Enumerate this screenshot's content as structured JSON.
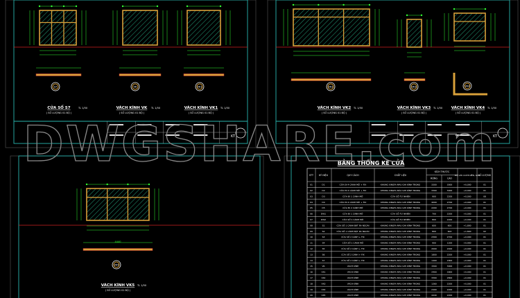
{
  "watermark": "DWGSHARE.com",
  "sheets": {
    "top_left": {
      "drawings": [
        {
          "title": "CỬA SỔ S7",
          "scale": "TL 1/50",
          "subtitle": "( SỐ LƯỢNG 01 BỘ )",
          "section": "S7"
        },
        {
          "title": "VÁCH KÍNH VK",
          "scale": "TL 1/50",
          "subtitle": "( SỐ LƯỢNG 01 BỘ )",
          "section": "VK"
        },
        {
          "title": "VÁCH KÍNH VK1",
          "scale": "TL 1/50",
          "subtitle": "( SỐ LƯỢNG 01 BỘ )",
          "section": "VK1"
        }
      ],
      "sheet_no": "KT"
    },
    "top_right": {
      "drawings": [
        {
          "title": "VÁCH KÍNH VK2",
          "scale": "TL 1/50",
          "subtitle": "( SỐ LƯỢNG 01 BỘ )",
          "section": "VK2"
        },
        {
          "title": "VÁCH KÍNH VK3",
          "scale": "TL 1/50",
          "subtitle": "( SỐ LƯỢNG 01 BỘ )",
          "section": "VK3"
        },
        {
          "title": "VÁCH KÍNH VK4",
          "scale": "TL 1/50",
          "subtitle": "( SỐ LƯỢNG 01 BỘ )",
          "section": "VK4"
        }
      ],
      "sheet_no": "KT"
    },
    "bottom_left": {
      "drawings": [
        {
          "title": "VÁCH KÍNH VK5",
          "scale": "TL 1/50",
          "subtitle": "( SỐ LƯỢNG 01 BỘ )",
          "section": "VK5"
        }
      ],
      "dimension": "4440"
    }
  },
  "table": {
    "title": "BẢNG THỐNG KÊ CỬA",
    "headers": {
      "stt": "STT",
      "code": "KÝ HIỆU",
      "spec": "QUY CÁCH",
      "material": "CHẤT LIỆU",
      "size": "KÍCH THƯỚC",
      "width": "RỘNG",
      "height": "CAO",
      "cote": "ĐỘ VỚI COTE NỀN, SÀN",
      "qty": "SỐ LƯỢNG"
    },
    "rows": [
      [
        "01",
        "D1",
        "CỬA ĐI 4 CÁNH MỞ + FIX",
        "KHUNG XINGFA MÀU GHI KÍNH TRONG",
        "3300",
        "3000",
        "+0,000",
        "01"
      ],
      [
        "02",
        "D2",
        "CỬA ĐI 4 CÁNH MỞ + FIX",
        "KHUNG XINGFA MÀU GHI KÍNH TRONG",
        "3300",
        "3000",
        "+0,000",
        "01"
      ],
      [
        "03",
        "D3",
        "CỬA ĐI 1 CÁNH MỞ",
        "CỬA GỖ TỰ NHIÊN",
        "900",
        "2200",
        "+0,000",
        "08"
      ],
      [
        "04",
        "D4",
        "CỬA ĐI 4 CÁNH MỞ + FIX",
        "KHUNG XINGFA MÀU GHI KÍNH TRONG",
        "4000",
        "2700",
        "+0,000",
        "01"
      ],
      [
        "05",
        "D5",
        "CỬA ĐI 2 CÁNH MỞ",
        "KHUNG XINGFA MÀU GHI KÍNH TRONG",
        "2200",
        "2700",
        "+0,000",
        "01"
      ],
      [
        "06",
        "DW1",
        "CỬA ĐI 1 CÁNH MỞ",
        "CỬA GỖ TỰ NHIÊN",
        "700",
        "2200",
        "+0,000",
        "01"
      ],
      [
        "07",
        "DW2",
        "CỬA SỔ 1 CÁNH MỞ",
        "CỬA GỖ TỰ NHIÊN",
        "800",
        "2200",
        "+0,000",
        "01"
      ],
      [
        "08",
        "S1",
        "CỬA SỔ 1 CÁNH BẬT RA NGOÀI",
        "KHUNG XINGFA MÀU GHI KÍNH TRONG",
        "600",
        "600",
        "+1,800",
        "01"
      ],
      [
        "09",
        "S2",
        "CỬA SỔ 1 CÁNH BẬT RA NGOÀI",
        "KHUNG XINGFA MÀU GHI KÍNH TRONG",
        "800",
        "600",
        "+1,800",
        "02"
      ],
      [
        "10",
        "S3",
        "CỬA SỔ 2 CÁNH + FIX",
        "KHUNG XINGFA MÀU GHI KÍNH TRONG",
        "2300",
        "2700",
        "+0,000",
        "01"
      ],
      [
        "11",
        "S4",
        "CỬA SỔ 1 CÁNH MỞ",
        "KHUNG XINGFA MÀU GHI KÍNH TRONG",
        "900",
        "1200",
        "+0,900",
        "01"
      ],
      [
        "12",
        "S5",
        "CỬA SỔ 2 CÁNH + FIX",
        "KHUNG XINGFA MÀU GHI KÍNH TRONG",
        "2000",
        "2400",
        "+0,000",
        "01"
      ],
      [
        "13",
        "S6",
        "CỬA SỔ 2 CÁNH + FIX",
        "KHUNG XINGFA MÀU GHI KÍNH TRONG",
        "1800",
        "2200",
        "+0,000",
        "01"
      ],
      [
        "14",
        "S7",
        "CỬA SỔ 2 CÁNH + FIX",
        "KHUNG XINGFA MÀU GHI KÍNH TRONG",
        "1400",
        "1800",
        "+0,900",
        "01"
      ],
      [
        "15",
        "VK",
        "VÁCH KÍNH",
        "KHUNG XINGFA MÀU GHI KÍNH TRONG",
        "1500",
        "3000",
        "+0,000",
        "01"
      ],
      [
        "16",
        "VK1",
        "VÁCH KÍNH",
        "KHUNG XINGFA MÀU GHI KÍNH TRONG",
        "2400",
        "2800",
        "+0,000",
        "01"
      ],
      [
        "17",
        "VK2",
        "VÁCH KÍNH",
        "KHUNG XINGFA MÀU GHI KÍNH TRONG",
        "3300",
        "2800",
        "+0,000",
        "01"
      ],
      [
        "18",
        "VK3",
        "VÁCH KÍNH",
        "KHUNG XINGFA MÀU GHI KÍNH TRONG",
        "1260",
        "2200",
        "+0,000",
        "01"
      ],
      [
        "19",
        "VK4",
        "VÁCH KÍNH",
        "KHUNG XINGFA MÀU GHI KÍNH TRONG",
        "2400",
        "2200",
        "+0,000",
        "01"
      ],
      [
        "20",
        "VK5",
        "VÁCH KÍNH",
        "KHUNG XINGFA MÀU GHI KÍNH TRONG",
        "4440",
        "2200",
        "+0,000",
        "01"
      ]
    ]
  },
  "colors": {
    "background": "#000000",
    "frame": "#2ab7b0",
    "window_frame": "#d9a13a",
    "glass_hatch": "#1f8a6a",
    "dimension": "#33ff33",
    "floor_line": "#d02020",
    "text": "#ffffff"
  }
}
